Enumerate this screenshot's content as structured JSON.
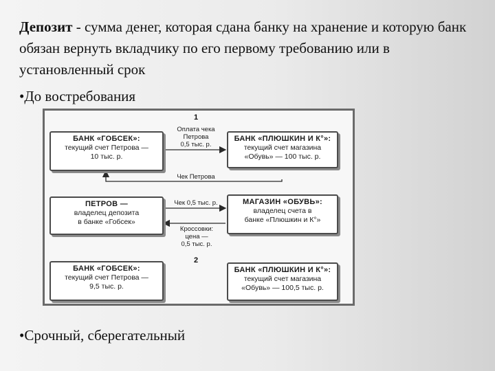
{
  "definition": {
    "term": "Депозит",
    "text": " - сумма денег, которая сдана банку на хранение и которую банк обязан вернуть вкладчику по его первому требованию или в установленный срок"
  },
  "bullets": [
    "•До востребования",
    "•Срочный, сберегательный"
  ],
  "diagram": {
    "step1": "1",
    "step2": "2",
    "boxes": {
      "bank_gobsek_1": {
        "title": "БАНК «ГОБСЕК»:",
        "lines": [
          "текущий счет Петрова —",
          "10 тыс. р."
        ]
      },
      "bank_plyushkin_1": {
        "title": "БАНК «ПЛЮШКИН И К°»:",
        "lines": [
          "текущий счет магазина",
          "«Обувь» — 100 тыс. р."
        ]
      },
      "petrov": {
        "title": "ПЕТРОВ —",
        "lines": [
          "владелец депозита",
          "в банке «Гобсек»"
        ]
      },
      "shop": {
        "title": "МАГАЗИН «ОБУВЬ»:",
        "lines": [
          "владелец счета в",
          "банке «Плюшкин и К°»"
        ]
      },
      "bank_gobsek_2": {
        "title": "БАНК «ГОБСЕК»:",
        "lines": [
          "текущий счет Петрова —",
          "9,5 тыс. р."
        ]
      },
      "bank_plyushkin_2": {
        "title": "БАНК «ПЛЮШКИН И К°»:",
        "lines": [
          "текущий счет магазина",
          "«Обувь» — 100,5 тыс. р."
        ]
      }
    },
    "labels": {
      "payment": [
        "Оплата чека",
        "Петрова",
        "0,5 тыс. р."
      ],
      "cheque": "Чек Петрова",
      "cheque_amount": "Чек 0,5 тыс. р.",
      "sneakers": [
        "Кроссовки:",
        "цена —",
        "0,5 тыс. р."
      ]
    }
  }
}
